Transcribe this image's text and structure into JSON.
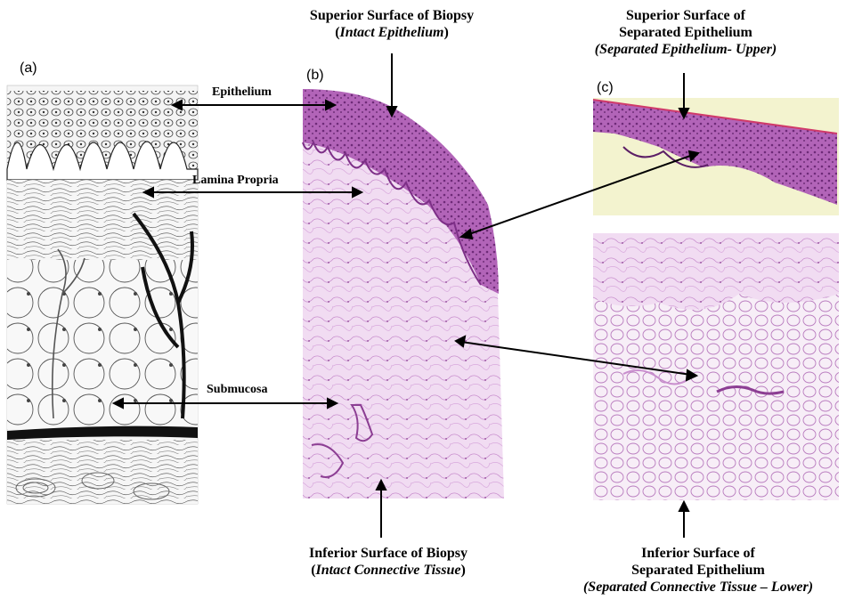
{
  "panel_letters": {
    "a": "(a)",
    "b": "(b)",
    "c": "(c)"
  },
  "top_center": {
    "line1": "Superior Surface of Biopsy",
    "line2_pre": "(",
    "line2_em": "Intact Epithelium",
    "line2_post": ")"
  },
  "top_right": {
    "line1": "Superior Surface of",
    "line2": "Separated Epithelium",
    "line3": "(Separated Epithelium- Upper)"
  },
  "bottom_center": {
    "line1": "Inferior Surface of Biopsy",
    "line2_pre": "(",
    "line2_em": "Intact Connective Tissue",
    "line2_post": ")"
  },
  "bottom_right": {
    "line1": "Inferior Surface of",
    "line2": "Separated Epithelium",
    "line3": "(Separated Connective Tissue – Lower)"
  },
  "tissue_labels": {
    "epithelium": "Epithelium",
    "lamina_propria": "Lamina Propria",
    "submucosa": "Submucosa"
  },
  "colors": {
    "stain_dark": "#9a3fa0",
    "stain_light": "#e9c6ec",
    "tissue_pale": "#f3e4f4",
    "drawing_line": "#1a1a1a",
    "bg_yellowish": "#f3f3cf"
  }
}
